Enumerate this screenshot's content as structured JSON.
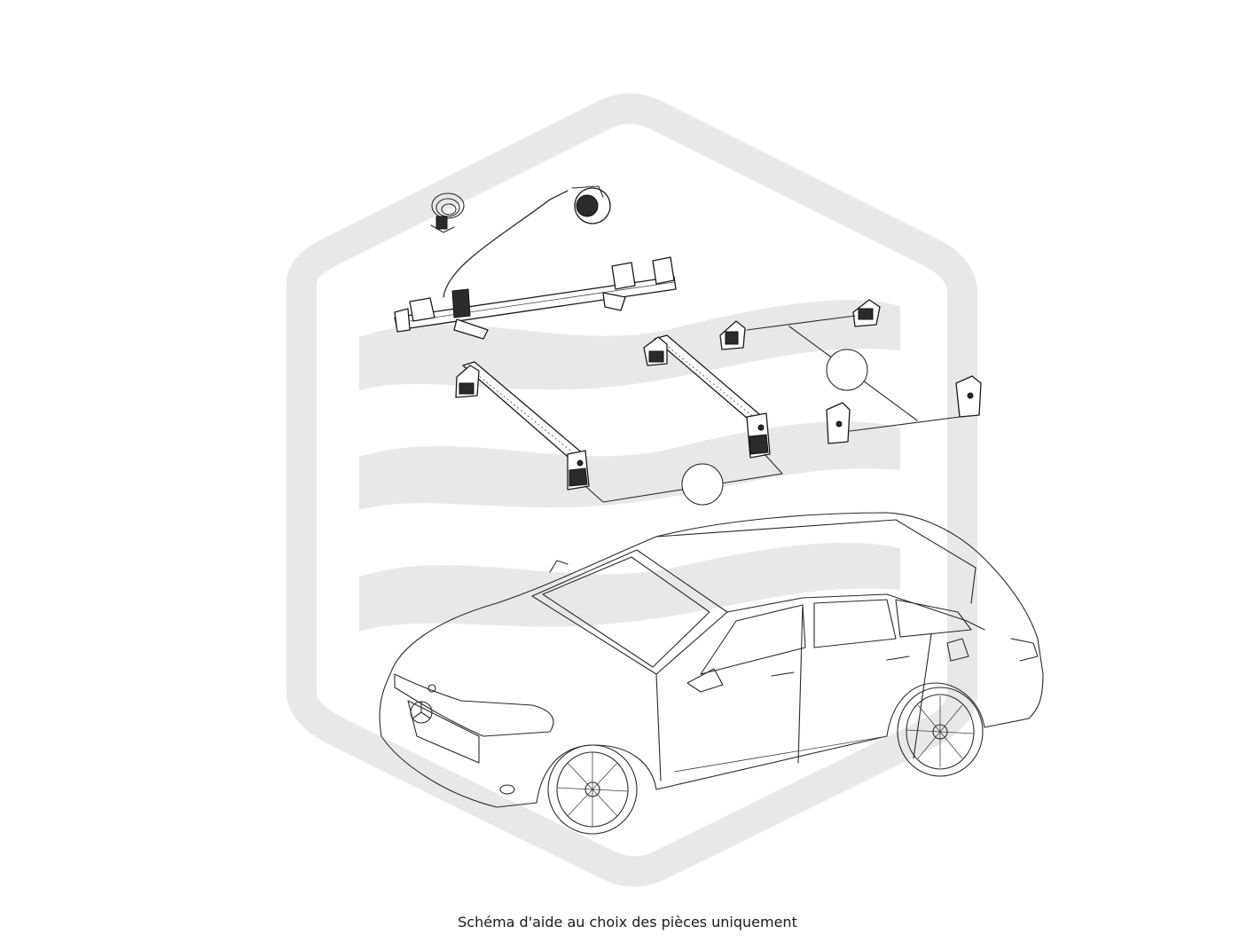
{
  "diagram": {
    "caption": "Schéma d'aide au choix des pièces uniquement",
    "watermark": {
      "color": "#e8e8e8"
    },
    "parts": [
      {
        "name": "bike-carrier"
      },
      {
        "name": "roof-bar-front"
      },
      {
        "name": "roof-bar-rear"
      },
      {
        "name": "fitting-kit-feet"
      }
    ],
    "vehicle": {
      "name": "car-outline"
    }
  }
}
